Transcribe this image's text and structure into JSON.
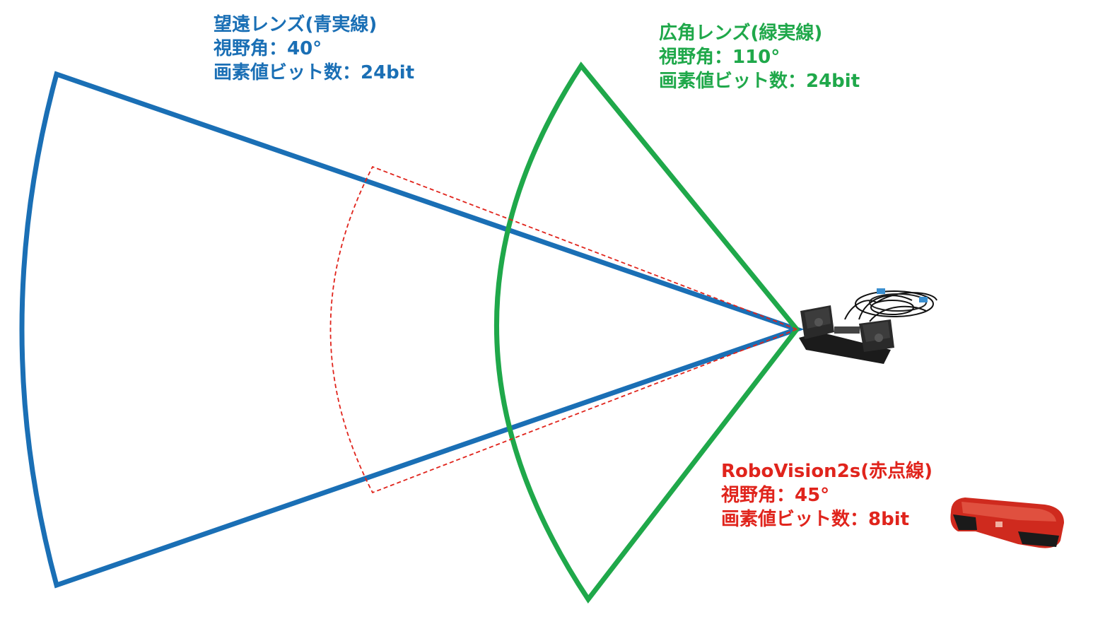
{
  "telephoto": {
    "title": "望遠レンズ(青実線)",
    "fov": "視野角：40°",
    "bits": "画素値ビット数：24bit",
    "color": "#1a6fb5"
  },
  "wide": {
    "title": "広角レンズ(緑実線)",
    "fov": "視野角：110°",
    "bits": "画素値ビット数：24bit",
    "color": "#1fa84a"
  },
  "robovision": {
    "title": "RoboVision2s(赤点線)",
    "fov": "視野角：45°",
    "bits": "画素値ビット数：8bit",
    "color": "#e0241c"
  },
  "icons": {
    "stereo_camera": "stereo-camera-icon",
    "robovision_camera": "robovision-camera-icon"
  }
}
